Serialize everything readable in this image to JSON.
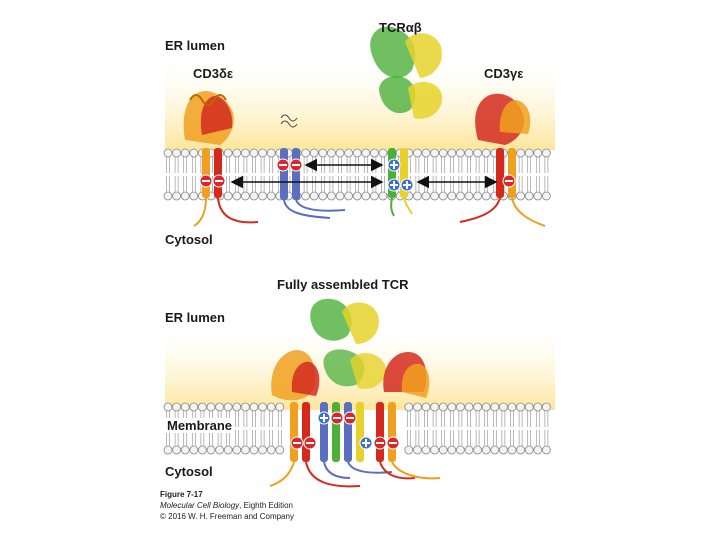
{
  "panels": {
    "top": {
      "lumen_label": "ER lumen",
      "cytosol_label": "Cytosol",
      "cd3de_label": "CD3δε",
      "cd3ge_label": "CD3γε",
      "tcr_label": "TCRαβ"
    },
    "bottom": {
      "title": "Fully assembled TCR",
      "lumen_label": "ER lumen",
      "membrane_label": "Membrane",
      "cytosol_label": "Cytosol"
    }
  },
  "caption": {
    "figure": "Figure 7-17",
    "book": "Molecular Cell Biology",
    "edition": ", Eighth Edition",
    "copyright": "© 2016 W. H. Freeman and Company"
  },
  "colors": {
    "lumen_gradient": "#fde89a",
    "cd3_delta": "#f0a020",
    "cd3_epsilon": "#d42a1e",
    "cd3_gamma": "#e07a1a",
    "zeta": "#5a6fc0",
    "tcr_alpha": "#4caf3a",
    "tcr_beta": "#e6d22a",
    "negative_charge": "#d8282a",
    "positive_charge": "#3c6fd0"
  }
}
